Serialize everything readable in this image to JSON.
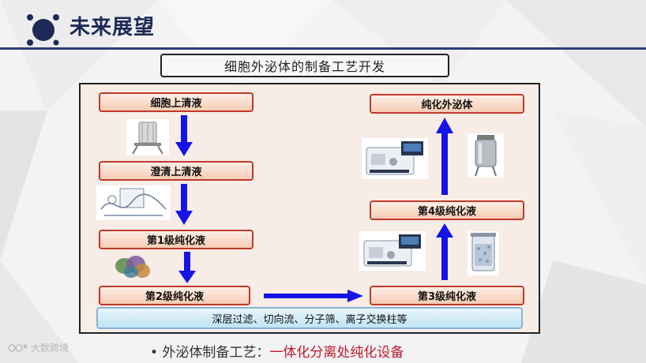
{
  "header": {
    "title": "未来展望"
  },
  "subtitle": "细胞外泌体的制备工艺开发",
  "flow": {
    "steps": [
      "细胞上清液",
      "澄清上清液",
      "第1级纯化液",
      "第2级纯化液",
      "第3级纯化液",
      "第4级纯化液",
      "纯化外泌体"
    ],
    "methods": "深层过滤、切向流、分子筛、离子交换柱等"
  },
  "footer": {
    "bullet_lead": "外泌体制备工艺：",
    "bullet_highlight": "一体化分离处纯化设备",
    "watermark": "大数跨境"
  },
  "colors": {
    "arrow": "#1414e6",
    "step_border": "#c0392b",
    "highlight": "#c0182d",
    "title": "#1c2a55"
  }
}
